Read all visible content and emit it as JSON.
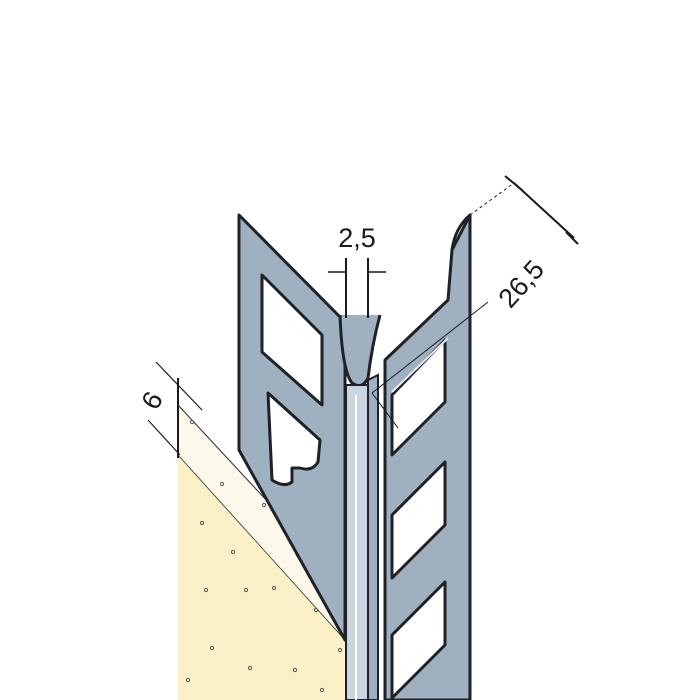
{
  "dimensions": {
    "gap": "2,5",
    "flange_depth": "26,5",
    "plaster_thickness": "6"
  },
  "colors": {
    "profile_fill": "#9fb1c1",
    "profile_stroke": "#1e2125",
    "nose_fill": "#c9d6e2",
    "plaster_fill": "#fbf1c9",
    "plaster_layer_fill": "#fdf9ea",
    "background": "#ffffff"
  }
}
